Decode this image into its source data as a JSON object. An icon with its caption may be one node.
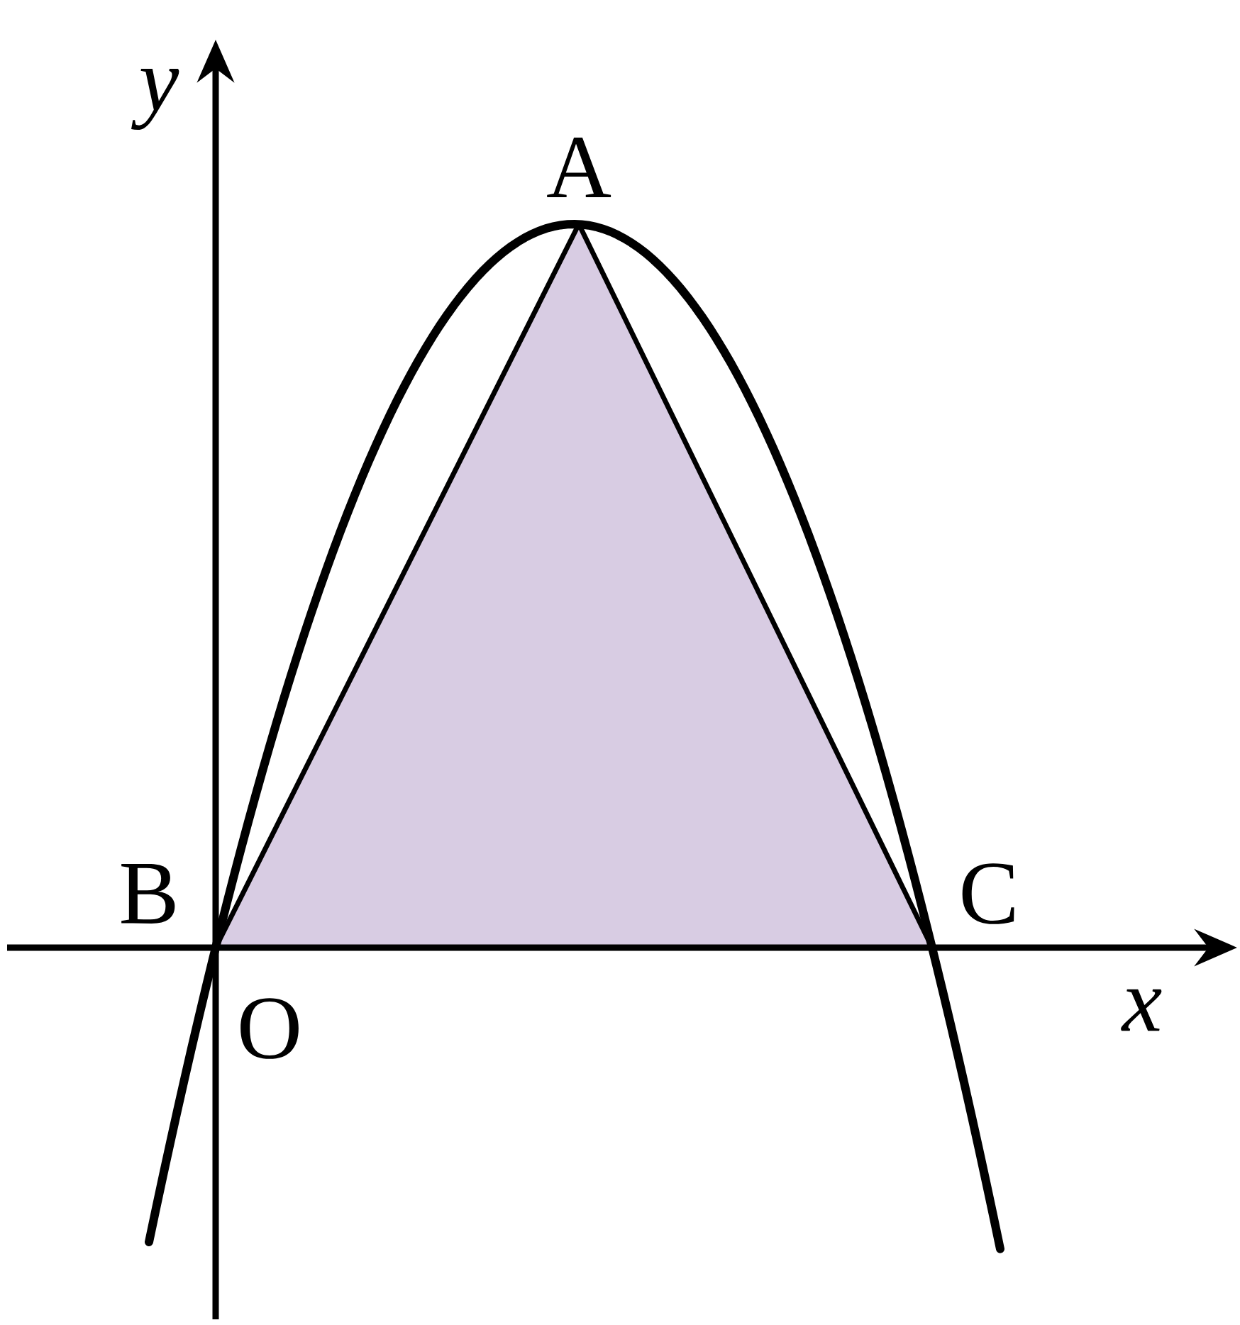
{
  "diagram": {
    "labels": [
      "y",
      "A",
      "B",
      "C",
      "O",
      "x"
    ]
  }
}
